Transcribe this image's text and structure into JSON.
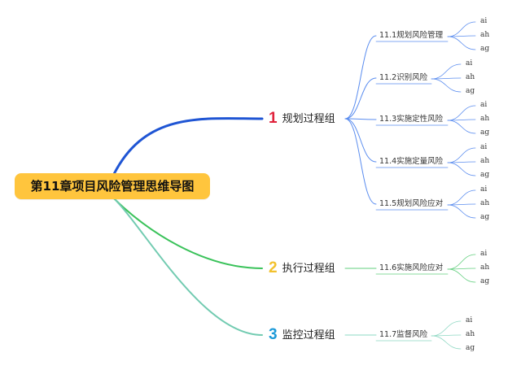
{
  "root": {
    "title": "第11章项目风险管理思维导图",
    "fill": "#ffc53d"
  },
  "groups": [
    {
      "num": "1",
      "label": "规划过程组",
      "num_color": "#e0223b",
      "line_color": "#1f55d4",
      "sub_color": "#5b8def",
      "topics": [
        {
          "label": "11.1规划风险管理",
          "leaves": [
            "ai",
            "ah",
            "ag"
          ]
        },
        {
          "label": "11.2识别风险",
          "leaves": [
            "ai",
            "ah",
            "ag"
          ]
        },
        {
          "label": "11.3实施定性风险",
          "leaves": [
            "ai",
            "ah",
            "ag"
          ]
        },
        {
          "label": "11.4实施定量风险",
          "leaves": [
            "ai",
            "ah",
            "ag"
          ]
        },
        {
          "label": "11.5规划风险应对",
          "leaves": [
            "ai",
            "ah",
            "ag"
          ]
        }
      ]
    },
    {
      "num": "2",
      "label": "执行过程组",
      "num_color": "#f2c12e",
      "line_color": "#3ac25a",
      "sub_color": "#62cf7e",
      "topics": [
        {
          "label": "11.6实施风险应对",
          "leaves": [
            "ai",
            "ah",
            "ag"
          ]
        }
      ]
    },
    {
      "num": "3",
      "label": "监控过程组",
      "num_color": "#1d9ad8",
      "line_color": "#72cbb1",
      "sub_color": "#8ed8c3",
      "topics": [
        {
          "label": "11.7监督风险",
          "leaves": [
            "ai",
            "ah",
            "ag"
          ]
        }
      ]
    }
  ]
}
